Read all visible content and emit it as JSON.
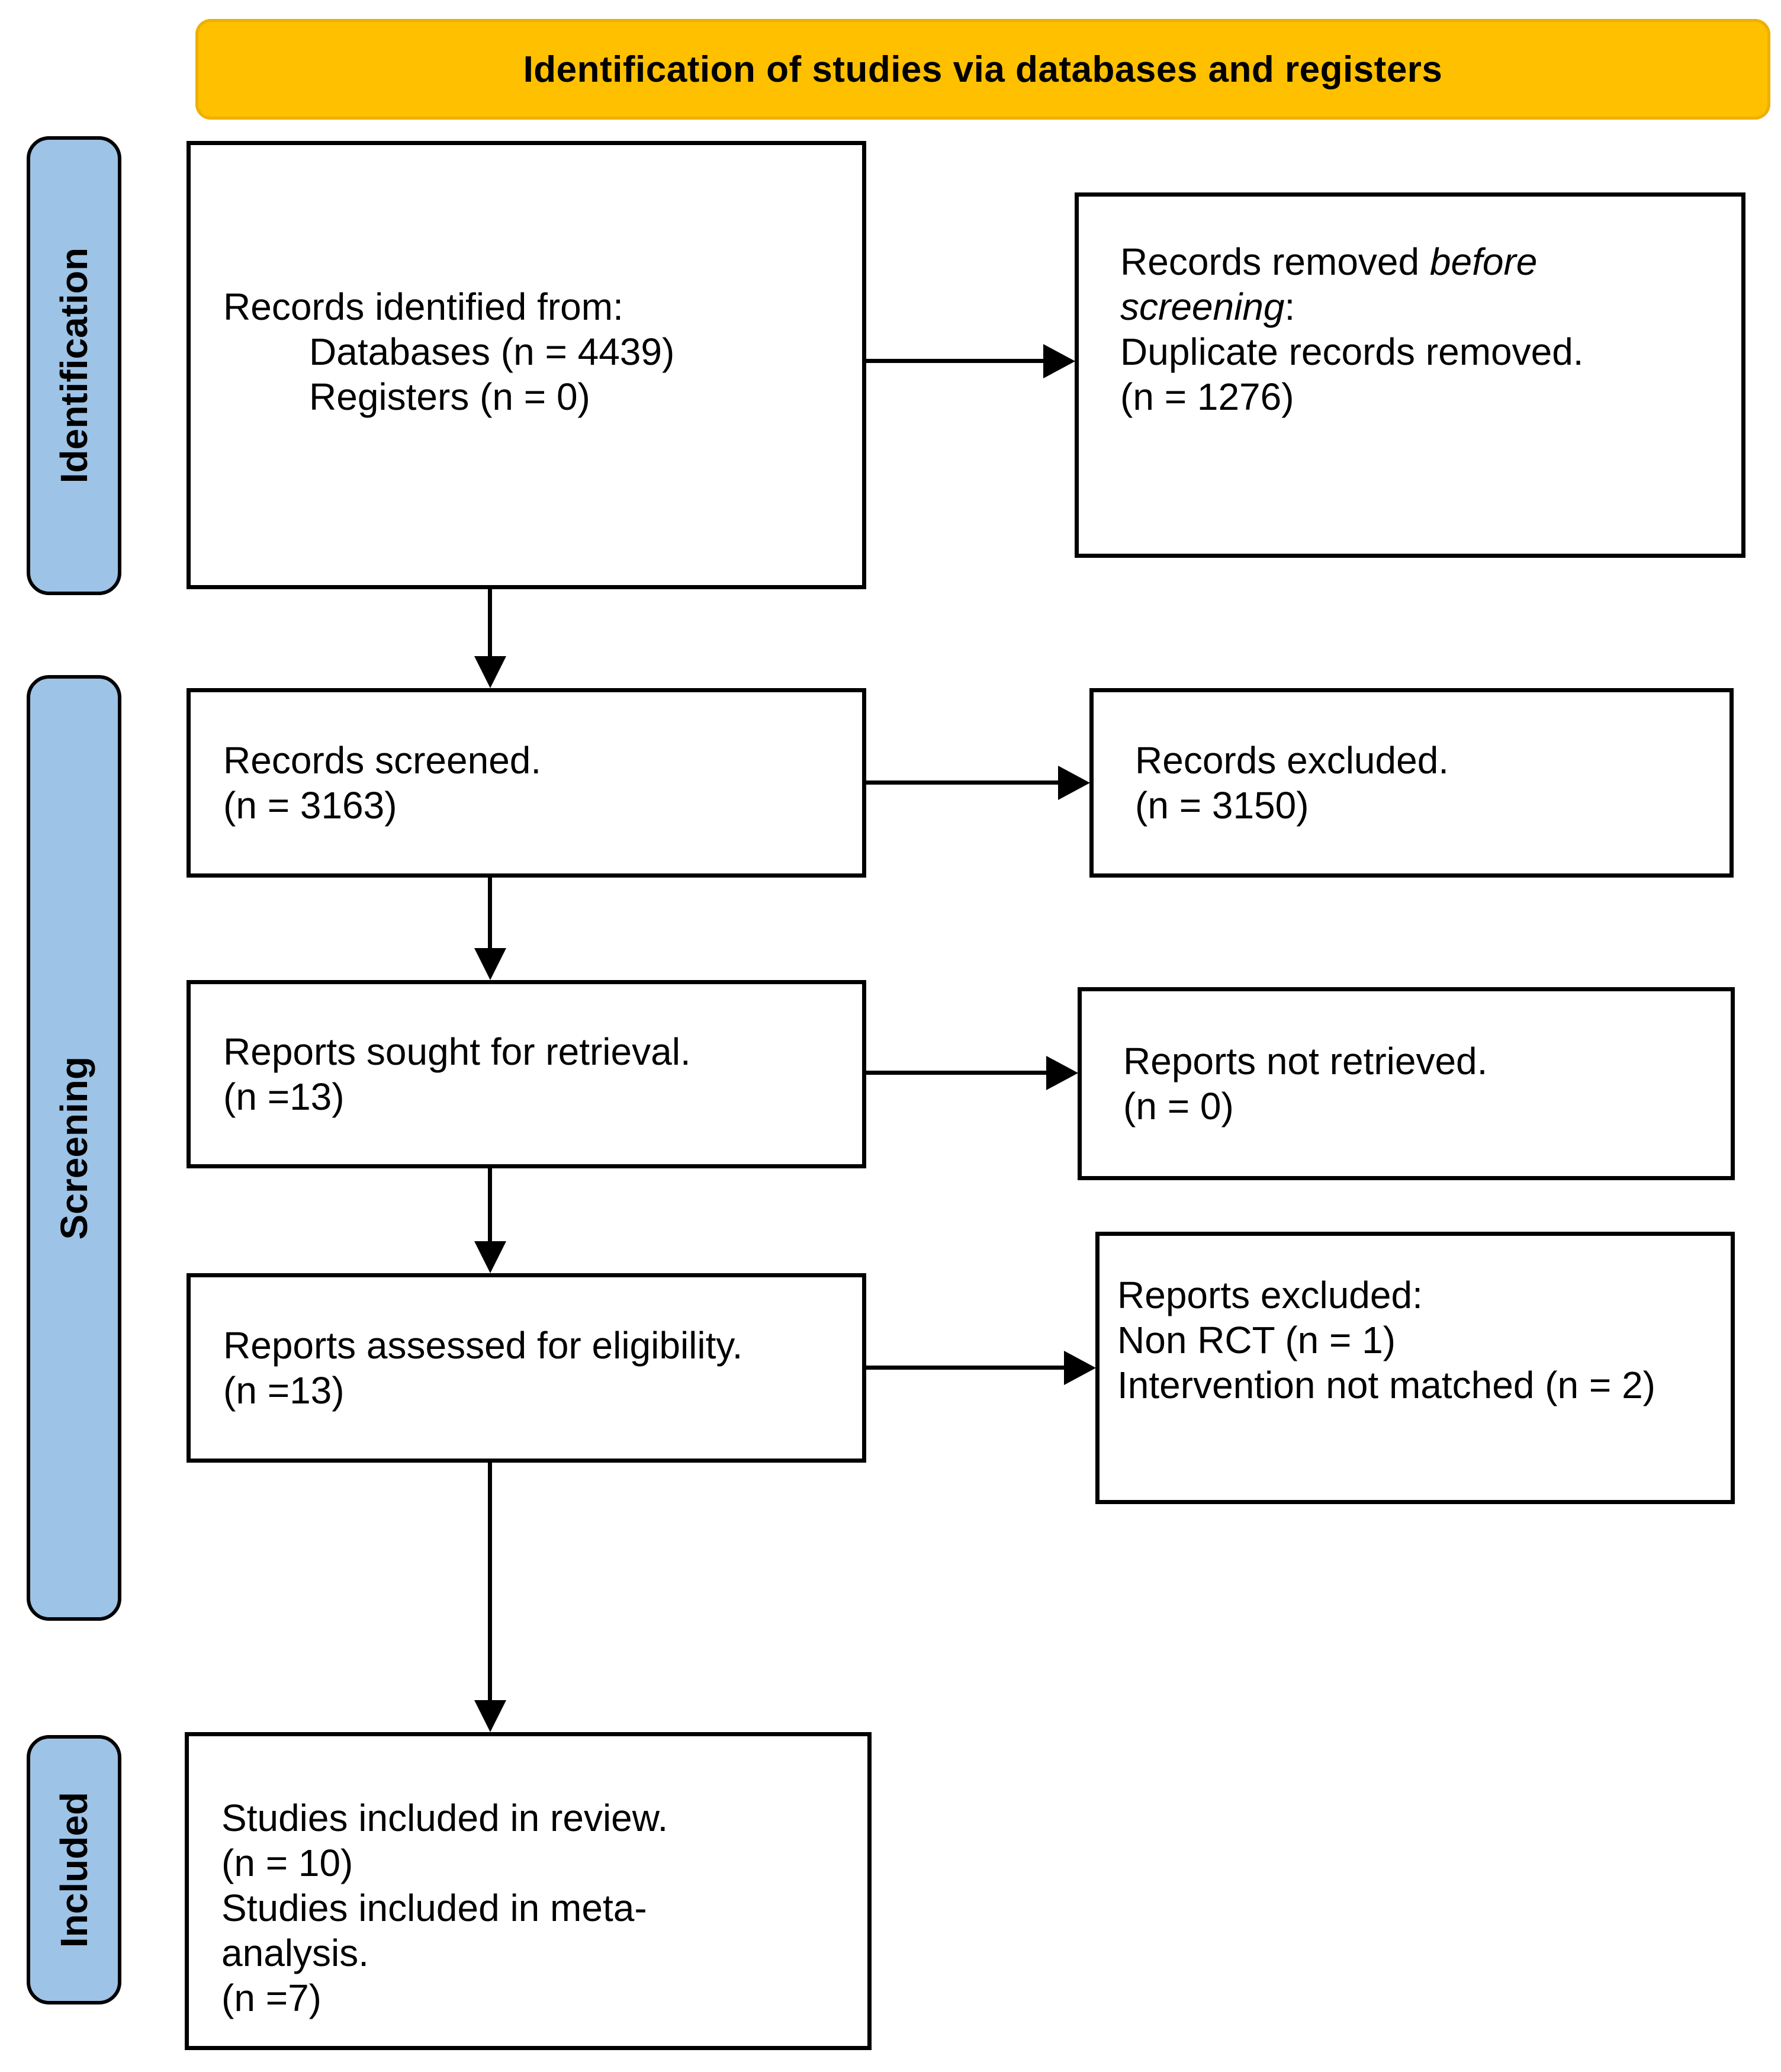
{
  "header": {
    "title": "Identification of studies via databases and registers"
  },
  "stages": {
    "identification": "Identification",
    "screening": "Screening",
    "included": "Included"
  },
  "boxes": {
    "records_identified": {
      "lines": [
        "Records identified from:",
        "Databases (n = 4439)",
        "Registers (n = 0)"
      ]
    },
    "records_removed": {
      "l1_normal": "Records removed ",
      "l1_italic": "before",
      "l2_italic": "screening",
      "l2_normal": ":",
      "l3": "Duplicate records removed.",
      "l4": "(n = 1276)"
    },
    "records_screened": {
      "lines": [
        "Records screened.",
        "(n = 3163)"
      ]
    },
    "records_excluded": {
      "lines": [
        "Records excluded.",
        "(n = 3150)"
      ]
    },
    "reports_sought": {
      "lines": [
        "Reports sought for retrieval.",
        "(n =13)"
      ]
    },
    "reports_not_retrieved": {
      "lines": [
        "Reports not retrieved.",
        "(n = 0)"
      ]
    },
    "reports_assessed": {
      "lines": [
        "Reports assessed for eligibility.",
        "(n =13)"
      ]
    },
    "reports_excluded": {
      "lines": [
        "Reports excluded:",
        "Non RCT (n = 1)",
        "Intervention not matched (n = 2)"
      ]
    },
    "studies_included": {
      "lines": [
        "Studies included in review.",
        "(n = 10)",
        "Studies included in meta-",
        "analysis.",
        "(n =7)"
      ]
    }
  },
  "colors": {
    "banner_fill": "#FFC000",
    "stage_fill": "#9DC3E6",
    "box_border": "#000000",
    "box_fill": "#FFFFFF"
  }
}
